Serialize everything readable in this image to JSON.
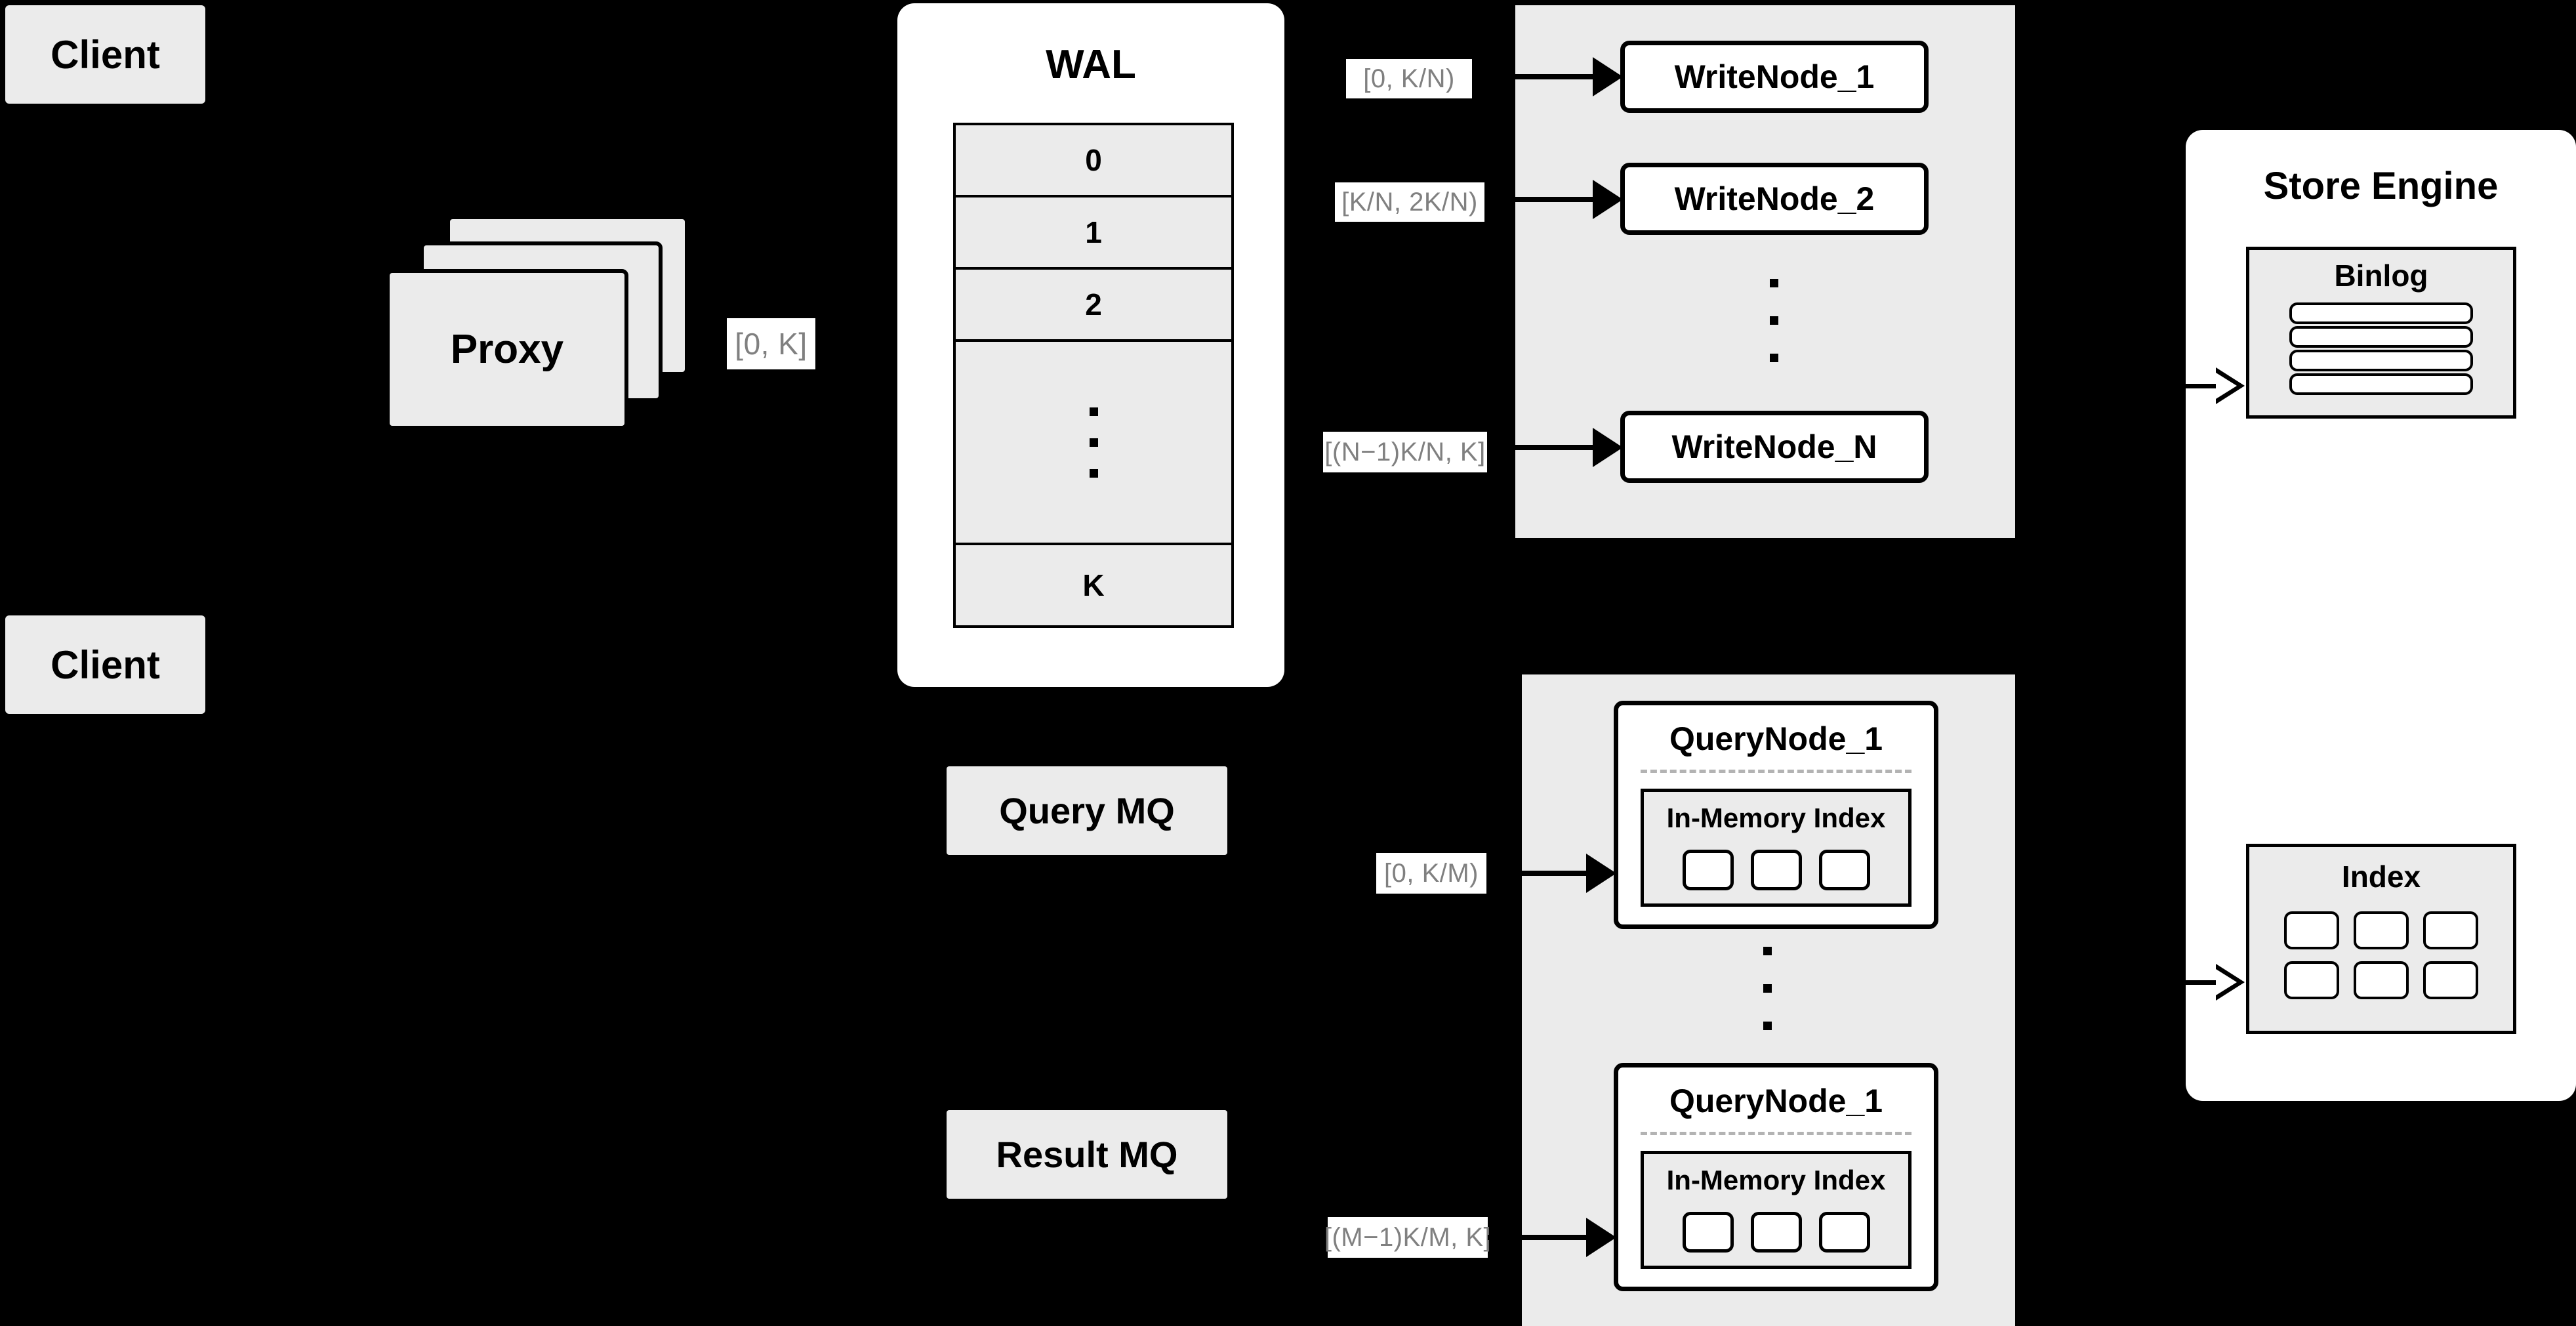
{
  "colors": {
    "background": "#000000",
    "panel_gray": "#ebebeb",
    "panel_white": "#ffffff",
    "stroke": "#000000",
    "label_text": "#808080",
    "dashed_separator": "#b3b3b3"
  },
  "clients": [
    {
      "label": "Client"
    },
    {
      "label": "Client"
    }
  ],
  "proxy": {
    "label": "Proxy",
    "stack_count": 3
  },
  "proxy_range_label": "[0, K]",
  "wal": {
    "title": "WAL",
    "rows": [
      "0",
      "1",
      "2",
      "⋮",
      "K"
    ],
    "dots_count": 3
  },
  "write_cluster": {
    "nodes": [
      {
        "label": "WriteNode_1",
        "range": "[0,  K/N)"
      },
      {
        "label": "WriteNode_2",
        "range": "[K/N, 2K/N)"
      },
      {
        "label": "WriteNode_N",
        "range": "[(N−1)K/N,  K]"
      }
    ],
    "dots_count": 3
  },
  "queues": [
    {
      "label": "Query MQ"
    },
    {
      "label": "Result MQ"
    }
  ],
  "query_cluster": {
    "nodes": [
      {
        "title": "QueryNode_1",
        "range": "[0, K/M)",
        "inner": {
          "title": "In-Memory Index",
          "slot_count": 3
        }
      },
      {
        "title": "QueryNode_1",
        "range": "[(M−1)K/M, K]",
        "inner": {
          "title": "In-Memory Index",
          "slot_count": 3
        }
      }
    ],
    "dots_count": 3
  },
  "store_engine": {
    "title": "Store Engine",
    "binlog": {
      "title": "Binlog",
      "row_count": 4
    },
    "index": {
      "title": "Index",
      "slot_count": 6,
      "columns": 3
    }
  }
}
